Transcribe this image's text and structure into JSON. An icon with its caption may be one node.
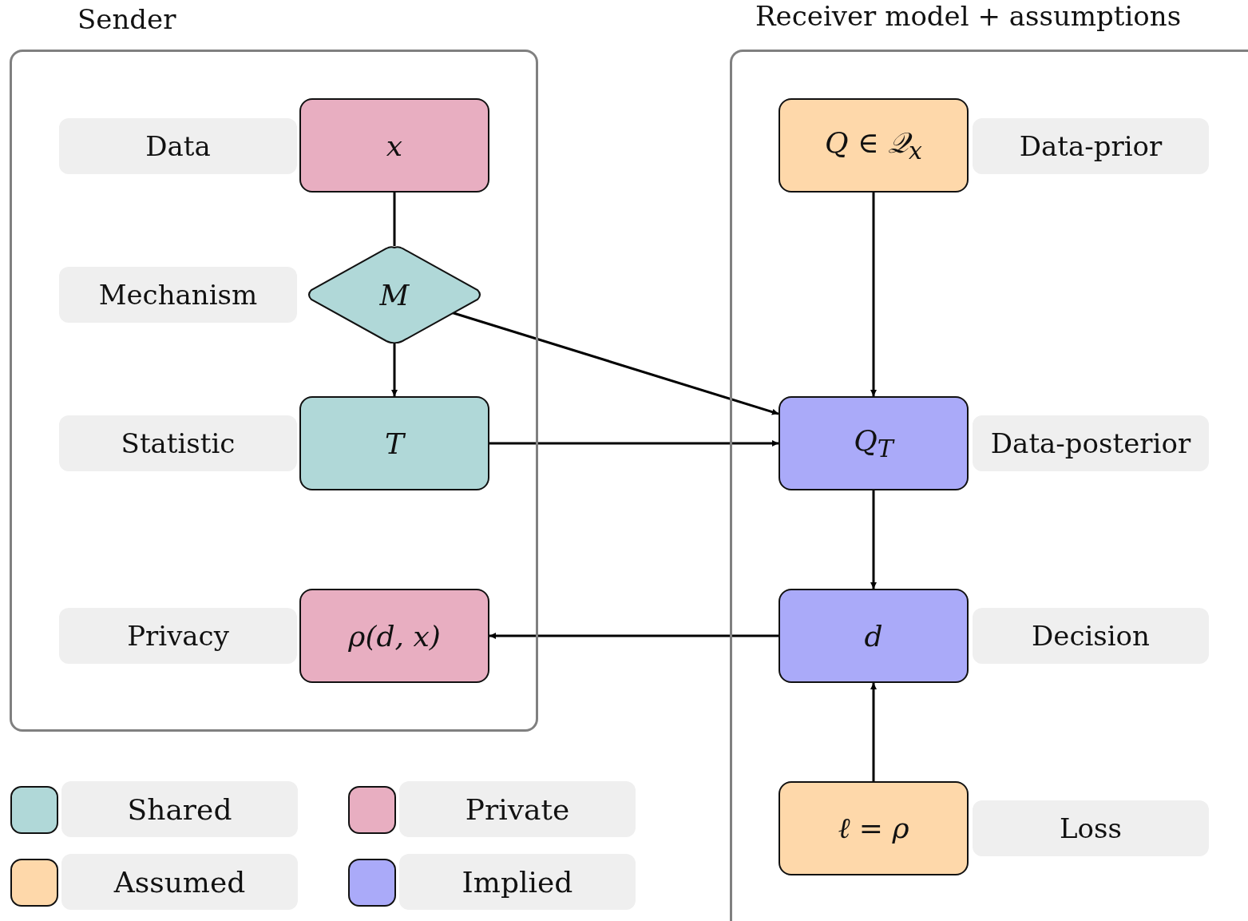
{
  "diagram": {
    "nodes": [
      {
        "text": [
          "Sender"
        ]
      },
      {
        "text": [
          "Data"
        ],
        "in": 0
      },
      {
        "text": [
          "x"
        ],
        "in": 0
      },
      {
        "text": [
          "Mechanism"
        ],
        "in": 0
      },
      {
        "text": [
          "M"
        ],
        "in": 0
      },
      {
        "text": [
          "Statistic"
        ],
        "in": 0
      },
      {
        "text": [
          "T"
        ],
        "in": 0
      },
      {
        "text": [
          "Privacy"
        ],
        "in": 0
      },
      {
        "text": [
          "ρ(d, x)"
        ],
        "in": 0
      },
      {
        "text": [
          "Receiver model + assumptions"
        ]
      },
      {
        "text": [
          "Q ∈ 𝒬$_{x}$"
        ],
        "in": 9
      },
      {
        "text": [
          "Data-prior"
        ],
        "in": 9
      },
      {
        "text": [
          "Q$_{T}$"
        ],
        "in": 9
      },
      {
        "text": [
          "Data-posterior"
        ],
        "in": 9
      },
      {
        "text": [
          "d"
        ],
        "in": 9
      },
      {
        "text": [
          "Decision"
        ],
        "in": 9
      },
      {
        "text": [
          "ℓ = ρ"
        ],
        "in": 9
      },
      {
        "text": [
          "Loss"
        ],
        "in": 9
      }
    ],
    "edges": [
      {
        "from": 2,
        "to": 4,
        "arrow": "none"
      },
      {
        "from": 4,
        "to": 6,
        "arrow": "to"
      },
      {
        "from": 4,
        "to": 12,
        "arrow": "to"
      },
      {
        "from": 6,
        "to": 12,
        "arrow": "to"
      },
      {
        "from": 10,
        "to": 12,
        "arrow": "to"
      },
      {
        "from": 12,
        "to": 14,
        "arrow": "to"
      },
      {
        "from": 14,
        "to": 8,
        "arrow": "to"
      },
      {
        "from": 16,
        "to": 14,
        "arrow": "to"
      }
    ],
    "legend": [
      {
        "text": "Shared",
        "color": "#b0d8d8"
      },
      {
        "text": "Private",
        "color": "#e8aec1"
      },
      {
        "text": "Assumed",
        "color": "#fed8aa"
      },
      {
        "text": "Implied",
        "color": "#aaaaf9"
      }
    ]
  }
}
